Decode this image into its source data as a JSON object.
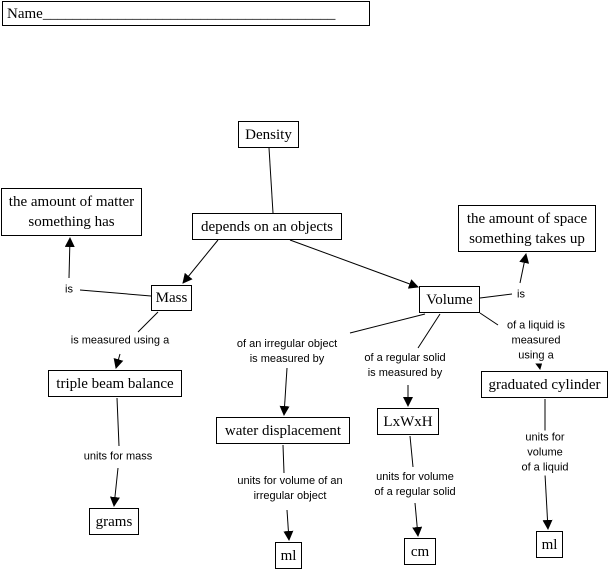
{
  "header": {
    "name_label": "Name_______________________________________"
  },
  "nodes": {
    "density": "Density",
    "depends": "depends on an objects",
    "matter": "the amount of matter\nsomething has",
    "space": "the amount of space\nsomething takes up",
    "mass": "Mass",
    "volume": "Volume",
    "triple": "triple beam balance",
    "water": "water displacement",
    "lxwxh": "LxWxH",
    "graduated": "graduated cylinder",
    "grams": "grams",
    "ml1": "ml",
    "cm": "cm",
    "ml2": "ml"
  },
  "links": {
    "mass_is": "is",
    "volume_is": "is",
    "measured_using": "is measured using a",
    "irregular": "of an irregular object\nis measured by",
    "regular": "of a regular solid\nis measured by",
    "liquid": "of a liquid is\nmeasured using a",
    "units_mass": "units for mass",
    "units_irregular": "units for volume of an\nirregular object",
    "units_regular": "units for volume\nof a regular solid",
    "units_liquid": "units for volume\nof a liquid"
  },
  "colors": {
    "line": "#000000",
    "background": "#ffffff"
  }
}
